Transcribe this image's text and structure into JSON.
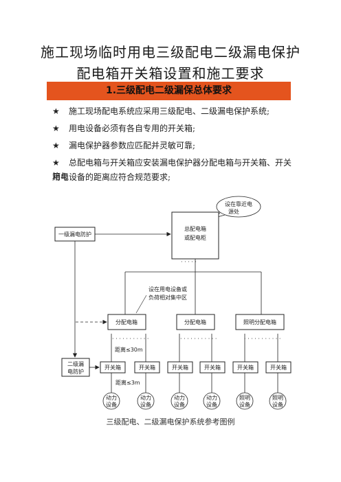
{
  "title_line1": "施工现场临时用电三级配电二级漏电保护",
  "title_line2": "配电箱开关箱设置和施工要求",
  "section_header": "1.三级配电二级漏保总体要求",
  "bullet_symbol": "★",
  "bullets": [
    "施工现场配电系统应采用三级配电、二级漏电保护系统;",
    "用电设备必须有各自专用的开关箱;",
    "漏电保护器参数应匹配并灵敏可靠;",
    "总配电箱与开关箱应安装漏电保护器分配电箱与开关箱、开关箱与"
  ],
  "bullet4_wrap": "用电设备的距离应符合规范要求;",
  "diagram": {
    "cloud_note": [
      "设在靠近电",
      "源处"
    ],
    "main_box": [
      "总配电箱",
      "或配电柜"
    ],
    "level1_protect": "一级漏电防护",
    "dist_note": [
      "设在用电设备或",
      "负荷相对集中区"
    ],
    "dist_boxes": [
      "分配电箱",
      "分配电箱",
      "照明分配电箱"
    ],
    "level2_protect": [
      "二级漏",
      "电防护"
    ],
    "distance1": "距离≤30m",
    "switch_boxes": [
      "开关箱",
      "开关箱",
      "开关箱",
      "开关箱",
      "开关箱",
      "开关箱"
    ],
    "distance2": "距离≤3m",
    "devices": [
      [
        "动力",
        "设备"
      ],
      [
        "动力",
        "设备"
      ],
      [
        "动力",
        "设备"
      ],
      [
        "动力",
        "设备"
      ],
      [
        "照明",
        "设备"
      ],
      [
        "照明",
        "设备"
      ]
    ]
  },
  "caption": "三级配电、二级漏电保护系统参考图例"
}
